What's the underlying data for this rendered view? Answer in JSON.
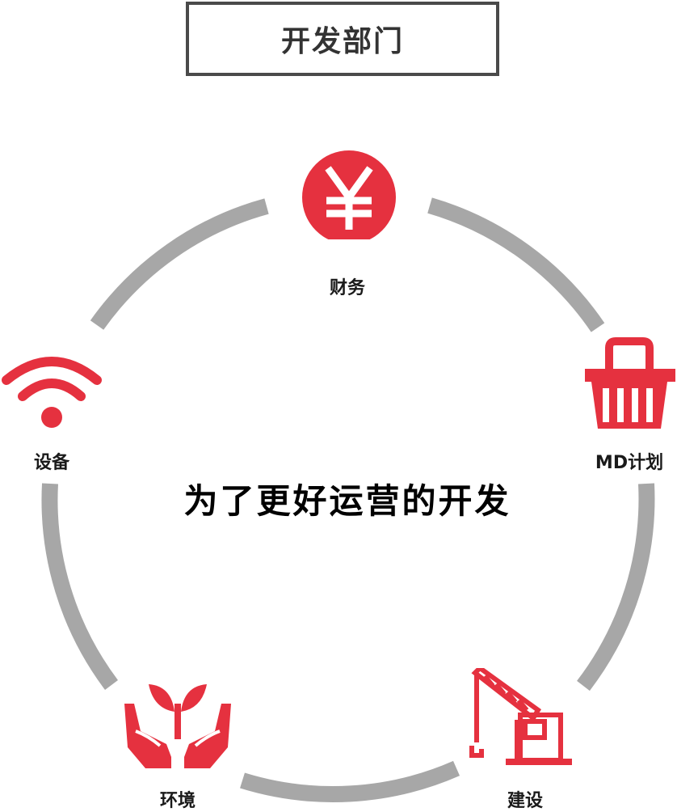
{
  "title": "开发部门",
  "center_text": "为了更好运营的开发",
  "colors": {
    "accent": "#e5313f",
    "ring": "#a7a7a7",
    "border": "#4a4a4a"
  },
  "nodes": [
    {
      "key": "finance",
      "label": "财务",
      "icon": "yen-coin-icon"
    },
    {
      "key": "md",
      "label": "MD计划",
      "icon": "shopping-basket-icon"
    },
    {
      "key": "construction",
      "label": "建设",
      "icon": "crane-icon"
    },
    {
      "key": "environment",
      "label": "环境",
      "icon": "hands-sprout-icon"
    },
    {
      "key": "equipment",
      "label": "设备",
      "icon": "wifi-icon"
    }
  ],
  "finance_symbol": "¥"
}
